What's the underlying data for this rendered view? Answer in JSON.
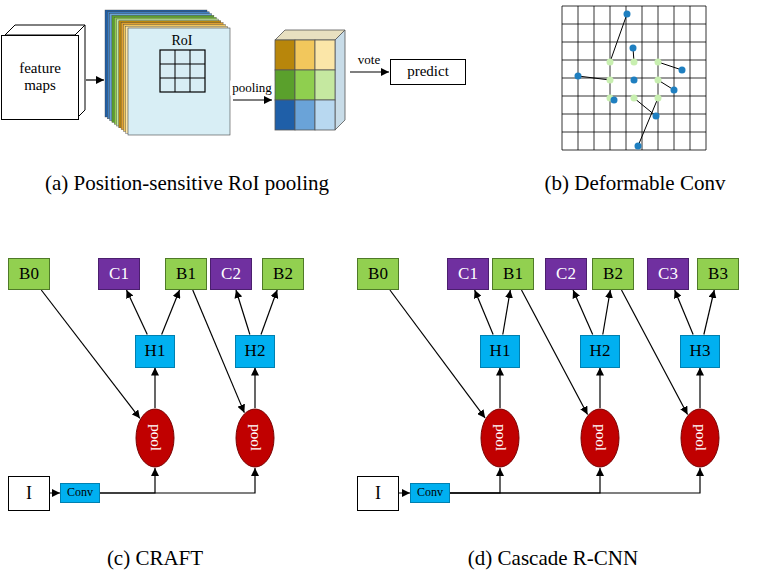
{
  "diagram": {
    "nodes": [
      {
        "text": [
          "feature maps"
        ]
      },
      {
        "text": [
          "predict"
        ]
      },
      {
        "text": [
          "B0"
        ]
      },
      {
        "text": [
          "C1"
        ]
      },
      {
        "text": [
          "B1"
        ]
      },
      {
        "text": [
          "C2"
        ]
      },
      {
        "text": [
          "B2"
        ]
      },
      {
        "text": [
          "H1"
        ]
      },
      {
        "text": [
          "H2"
        ]
      },
      {
        "text": [
          "pool"
        ]
      },
      {
        "text": [
          "pool"
        ]
      },
      {
        "text": [
          "I"
        ]
      },
      {
        "text": [
          "Conv"
        ]
      },
      {
        "text": [
          "B0"
        ]
      },
      {
        "text": [
          "C1"
        ]
      },
      {
        "text": [
          "B1"
        ]
      },
      {
        "text": [
          "C2"
        ]
      },
      {
        "text": [
          "B2"
        ]
      },
      {
        "text": [
          "C3"
        ]
      },
      {
        "text": [
          "B3"
        ]
      },
      {
        "text": [
          "H1"
        ]
      },
      {
        "text": [
          "H2"
        ]
      },
      {
        "text": [
          "H3"
        ]
      },
      {
        "text": [
          "pool"
        ]
      },
      {
        "text": [
          "pool"
        ]
      },
      {
        "text": [
          "pool"
        ]
      },
      {
        "text": [
          "I"
        ]
      },
      {
        "text": [
          "Conv"
        ]
      }
    ],
    "edges": [
      {
        "from": 11,
        "to": 12,
        "arrow": "to"
      },
      {
        "from": 12,
        "to": 9,
        "arrow": "to"
      },
      {
        "from": 12,
        "to": 10,
        "arrow": "to"
      },
      {
        "from": 2,
        "to": 9,
        "arrow": "to"
      },
      {
        "from": 9,
        "to": 7,
        "arrow": "to"
      },
      {
        "from": 7,
        "to": 3,
        "arrow": "to"
      },
      {
        "from": 7,
        "to": 4,
        "arrow": "to"
      },
      {
        "from": 4,
        "to": 10,
        "arrow": "to"
      },
      {
        "from": 10,
        "to": 8,
        "arrow": "to"
      },
      {
        "from": 8,
        "to": 5,
        "arrow": "to"
      },
      {
        "from": 8,
        "to": 6,
        "arrow": "to"
      },
      {
        "from": 26,
        "to": 27,
        "arrow": "to"
      },
      {
        "from": 27,
        "to": 23,
        "arrow": "to"
      },
      {
        "from": 27,
        "to": 24,
        "arrow": "to"
      },
      {
        "from": 27,
        "to": 25,
        "arrow": "to"
      },
      {
        "from": 13,
        "to": 23,
        "arrow": "to"
      },
      {
        "from": 23,
        "to": 20,
        "arrow": "to"
      },
      {
        "from": 20,
        "to": 14,
        "arrow": "to"
      },
      {
        "from": 20,
        "to": 15,
        "arrow": "to"
      },
      {
        "from": 15,
        "to": 24,
        "arrow": "to"
      },
      {
        "from": 24,
        "to": 21,
        "arrow": "to"
      },
      {
        "from": 21,
        "to": 16,
        "arrow": "to"
      },
      {
        "from": 21,
        "to": 17,
        "arrow": "to"
      },
      {
        "from": 17,
        "to": 25,
        "arrow": "to"
      },
      {
        "from": 25,
        "to": 22,
        "arrow": "to"
      },
      {
        "from": 22,
        "to": 18,
        "arrow": "to"
      },
      {
        "from": 22,
        "to": 19,
        "arrow": "to"
      }
    ],
    "labels": [
      "RoI",
      "pooling",
      "vote",
      "(a) Position-sensitive RoI pooling",
      "(b) Deformable Conv",
      "(c) CRAFT",
      "(d) Cascade R-CNN"
    ]
  }
}
